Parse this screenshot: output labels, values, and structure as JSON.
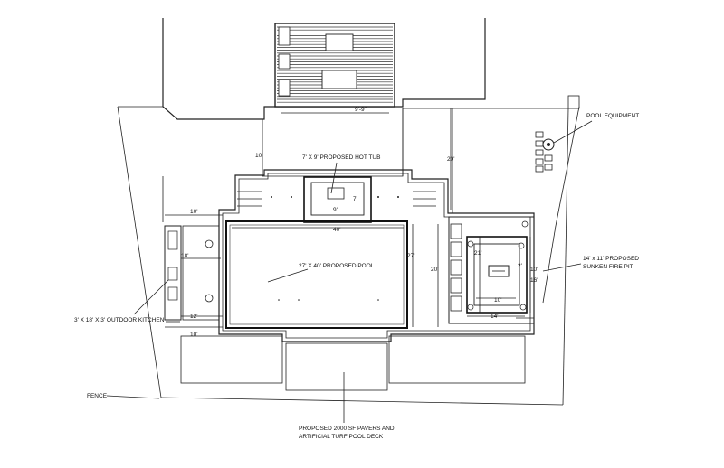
{
  "labels": {
    "hot_tub": "7' X 9' PROPOSED HOT TUB",
    "pool": "27' X 40' PROPOSED POOL",
    "pool_equipment": "POOL EQUIPMENT",
    "fire_pit_line1": "14' x 11' PROPOSED",
    "fire_pit_line2": "SUNKEN FIRE PIT",
    "outdoor_kitchen": "3' X 18' X 3' OUTDOOR KITCHEN",
    "fence": "FENCE",
    "pavers_line1": "PROPOSED 2000 SF PAVERS AND",
    "pavers_line2": "ARTIFICIAL TURF POOL DECK"
  },
  "dimensions": {
    "pool_width": "40'",
    "pool_length": "27'",
    "pool_inner": "20'",
    "hot_tub_width": "9'",
    "hot_tub_depth": "7'",
    "left_offset_top": "10'",
    "left_offset_mid": "12'",
    "left_offset_bottom": "10'",
    "kitchen_len": "18'",
    "tub_setback": "10'",
    "right_setback": "20'",
    "fire_pit_outer": "21'",
    "fire_pit_inner": "10'",
    "fire_pit_bottom": "14'",
    "fire_pit_right1": "10'",
    "fire_pit_right2": "16'",
    "fire_pit_small": "2'",
    "deck_dim": "9'-9\""
  }
}
